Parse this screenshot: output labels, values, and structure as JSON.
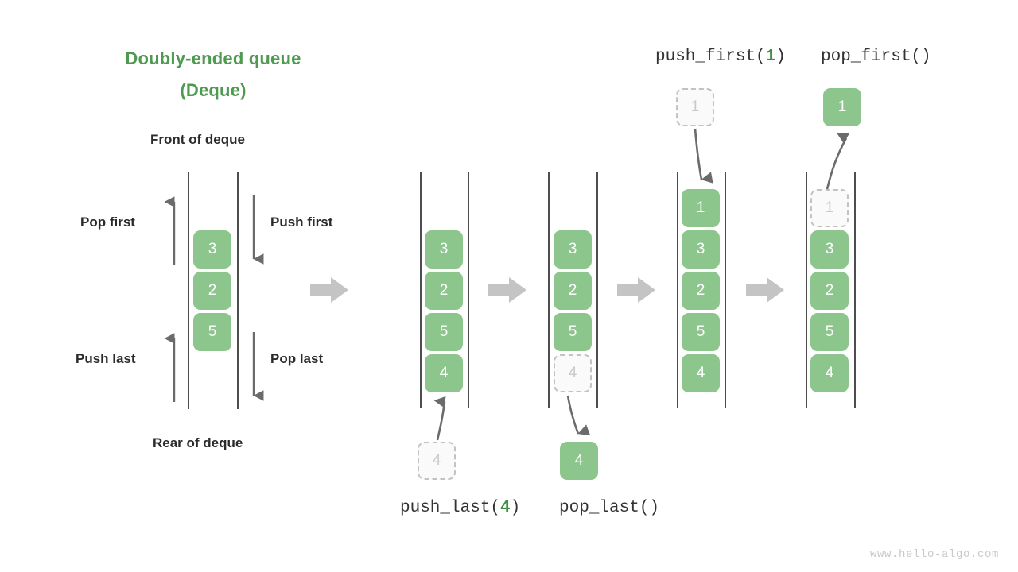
{
  "title": {
    "line1": "Doubly-ended queue",
    "line2": "(Deque)"
  },
  "colors": {
    "accent_green": "#4e9a51",
    "cell_green": "#8cc68c",
    "cell_text": "#ffffff",
    "ghost_fill": "#fafafa",
    "ghost_border": "#c2c2c2",
    "ghost_text": "#c9c9c9",
    "rail": "#4d4d4d",
    "thin_arrow": "#6b6b6b",
    "block_arrow": "#c4c4c4",
    "caption_text": "#2b2b2b",
    "watermark": "#c9c9c9"
  },
  "legend": {
    "front_of_deque": "Front of deque",
    "rear_of_deque": "Rear of deque",
    "pop_first": "Pop first",
    "push_first": "Push first",
    "push_last": "Push last",
    "pop_last": "Pop last"
  },
  "operations": {
    "push_last": {
      "name": "push_last(",
      "arg": "4",
      "close": ")"
    },
    "pop_last": {
      "name": "pop_last()"
    },
    "push_first": {
      "name": "push_first(",
      "arg": "1",
      "close": ")"
    },
    "pop_first": {
      "name": "pop_first()"
    }
  },
  "panels": [
    {
      "id": "legend-deque",
      "cells": [
        {
          "value": "3",
          "state": "solid"
        },
        {
          "value": "2",
          "state": "solid"
        },
        {
          "value": "5",
          "state": "solid"
        }
      ]
    },
    {
      "id": "after-push-last",
      "cells": [
        {
          "value": "3",
          "state": "solid"
        },
        {
          "value": "2",
          "state": "solid"
        },
        {
          "value": "5",
          "state": "solid"
        },
        {
          "value": "4",
          "state": "solid"
        }
      ],
      "floating_cell": {
        "value": "4",
        "state": "ghost"
      }
    },
    {
      "id": "after-pop-last",
      "cells": [
        {
          "value": "3",
          "state": "solid"
        },
        {
          "value": "2",
          "state": "solid"
        },
        {
          "value": "5",
          "state": "solid"
        },
        {
          "value": "4",
          "state": "ghost"
        }
      ],
      "floating_cell": {
        "value": "4",
        "state": "solid"
      }
    },
    {
      "id": "after-push-first",
      "cells": [
        {
          "value": "1",
          "state": "solid"
        },
        {
          "value": "3",
          "state": "solid"
        },
        {
          "value": "2",
          "state": "solid"
        },
        {
          "value": "5",
          "state": "solid"
        },
        {
          "value": "4",
          "state": "solid"
        }
      ],
      "floating_cell": {
        "value": "1",
        "state": "ghost"
      }
    },
    {
      "id": "after-pop-first",
      "cells": [
        {
          "value": "1",
          "state": "ghost"
        },
        {
          "value": "3",
          "state": "solid"
        },
        {
          "value": "2",
          "state": "solid"
        },
        {
          "value": "5",
          "state": "solid"
        },
        {
          "value": "4",
          "state": "solid"
        }
      ],
      "floating_cell": {
        "value": "1",
        "state": "solid"
      }
    }
  ],
  "watermark": "www.hello-algo.com"
}
